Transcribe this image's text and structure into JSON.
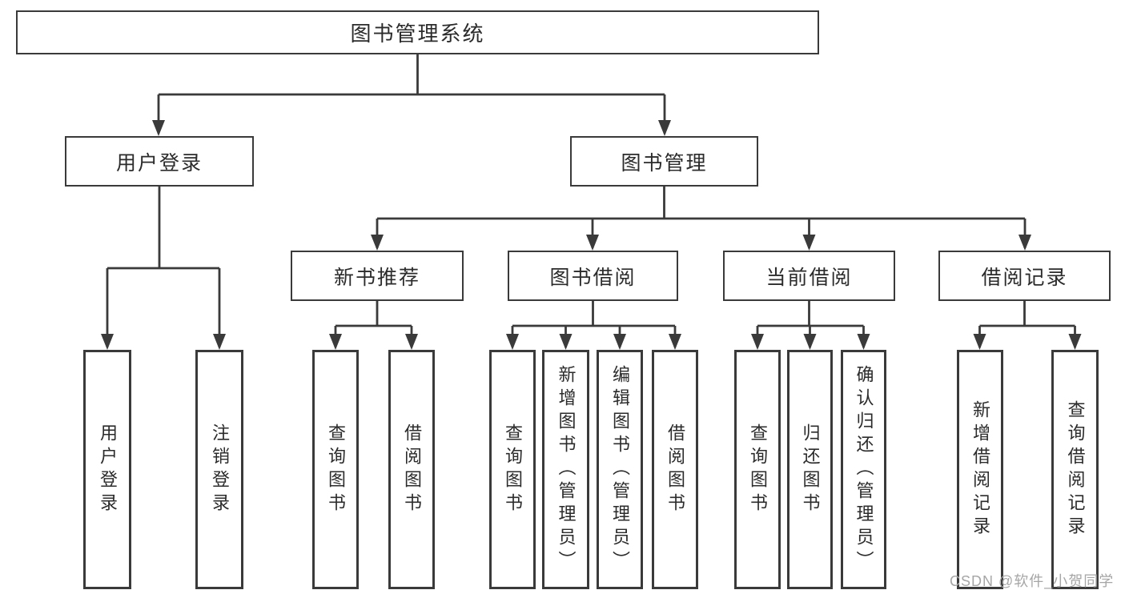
{
  "tree": {
    "label": "图书管理系统",
    "children": [
      {
        "label": "用户登录",
        "children": [
          {
            "label": "用户登录"
          },
          {
            "label": "注销登录"
          }
        ]
      },
      {
        "label": "图书管理",
        "children": [
          {
            "label": "新书推荐",
            "children": [
              {
                "label": "查询图书"
              },
              {
                "label": "借阅图书"
              }
            ]
          },
          {
            "label": "图书借阅",
            "children": [
              {
                "label": "查询图书"
              },
              {
                "label": "新增图书（管理员）"
              },
              {
                "label": "编辑图书（管理员）"
              },
              {
                "label": "借阅图书"
              }
            ]
          },
          {
            "label": "当前借阅",
            "children": [
              {
                "label": "查询图书"
              },
              {
                "label": "归还图书"
              },
              {
                "label": "确认归还（管理员）"
              }
            ]
          },
          {
            "label": "借阅记录",
            "children": [
              {
                "label": "新增借阅记录"
              },
              {
                "label": "查询借阅记录"
              }
            ]
          }
        ]
      }
    ]
  },
  "watermark": {
    "text": "CSDN @软件_小贺同学"
  },
  "colors": {
    "line": "#3a3a3a",
    "box_border": "#3a3a3a",
    "text": "#2b2b2b",
    "watermark": "#a6a6a6",
    "background": "#ffffff"
  }
}
